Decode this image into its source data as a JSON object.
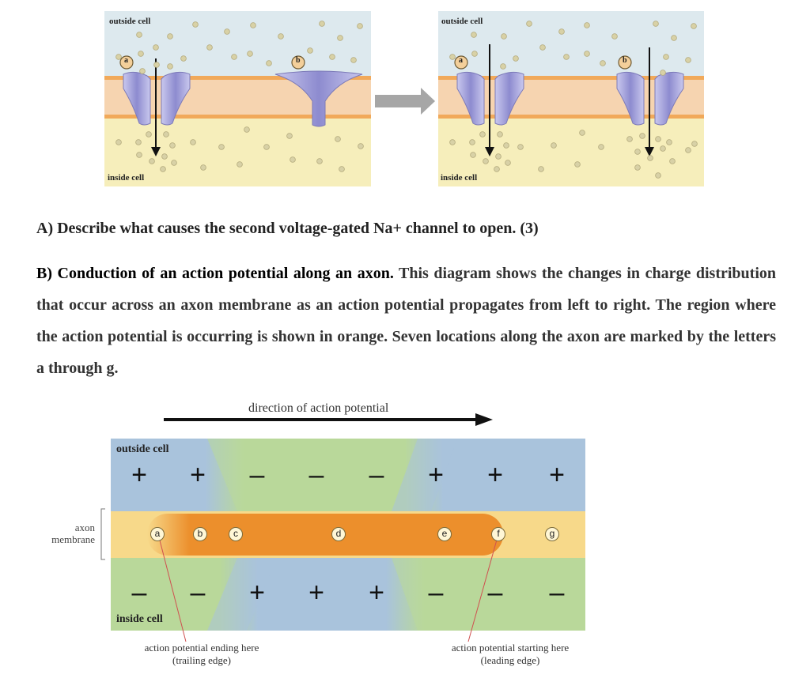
{
  "top_figure": {
    "left_panel": {
      "outside_label": "outside cell",
      "inside_label": "inside cell",
      "channel_a": "a",
      "channel_b": "b"
    },
    "right_panel": {
      "outside_label": "outside cell",
      "inside_label": "inside cell",
      "channel_a": "a",
      "channel_b": "b"
    },
    "colors": {
      "outside": "#dde9ee",
      "membrane_core": "#f6d4b0",
      "membrane_edge": "#f1a95a",
      "inside": "#f6eebb",
      "channel": "#a9a8dc",
      "ion": "#d8d1a6",
      "arrow": "#a6a6a6"
    }
  },
  "question_a": "A) Describe what causes the second voltage-gated Na+ channel to open. (3)",
  "question_b": {
    "lead": "B) Conduction of an action potential along an axon.",
    "rest": " This diagram shows the changes in charge distribution that occur across an axon membrane as an action potential propagates from left to right. The region where the action potential is occurring is shown in orange. Seven locations along the axon are marked by the letters a through g."
  },
  "axon_diagram": {
    "direction_label": "direction of action potential",
    "outside_label": "outside cell",
    "inside_label": "inside cell",
    "side_label_line1": "axon",
    "side_label_line2": "membrane",
    "outside_signs": [
      "+",
      "+",
      "–",
      "–",
      "–",
      "+",
      "+",
      "+"
    ],
    "inside_signs": [
      "–",
      "–",
      "+",
      "+",
      "+",
      "–",
      "–",
      "–"
    ],
    "locations": [
      "a",
      "b",
      "c",
      "d",
      "e",
      "f",
      "g"
    ],
    "trailing_caption_line1": "action potential ending here",
    "trailing_caption_line2": "(trailing edge)",
    "leading_caption_line1": "action potential starting here",
    "leading_caption_line2": "(leading edge)",
    "colors": {
      "blue": "#a9c3dc",
      "green": "#b9d89a",
      "membrane_yellow": "#f7d98a",
      "orange": "#ec8f2c",
      "pointer": "#d05050"
    }
  }
}
